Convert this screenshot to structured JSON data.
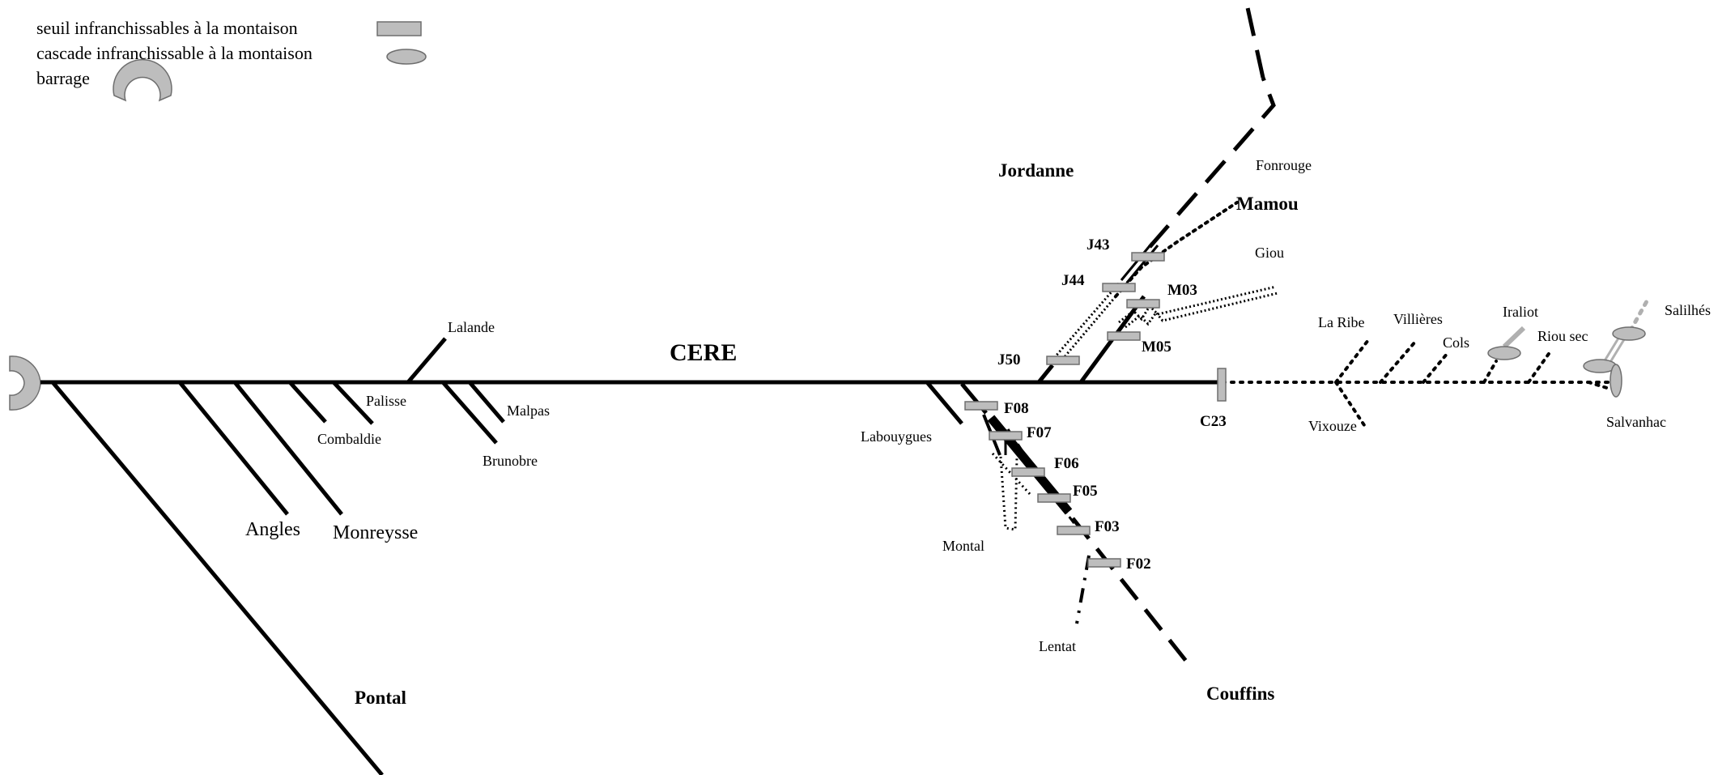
{
  "legend": {
    "sill": "seuil infranchissables à la montaison",
    "cascade": "cascade infranchissable à la montaison",
    "dam": "barrage"
  },
  "rivers": {
    "cere": "CERE",
    "jordanne": "Jordanne",
    "mamou": "Mamou",
    "couffins": "Couffins",
    "pontal": "Pontal",
    "angles": "Angles",
    "monreysse": "Monreysse",
    "combaldie": "Combaldie",
    "palisse": "Palisse",
    "lalande": "Lalande",
    "malpas": "Malpas",
    "brunobre": "Brunobre",
    "labouygues": "Labouygues",
    "montal": "Montal",
    "lentat": "Lentat",
    "fonrouge": "Fonrouge",
    "giou": "Giou",
    "la_ribe": "La Ribe",
    "villieres": "Villières",
    "cols": "Cols",
    "iraliot": "Iraliot",
    "riou_sec": "Riou sec",
    "salilhes": "Salilhés",
    "salvanhac": "Salvanhac",
    "vixouze": "Vixouze"
  },
  "obstacles": {
    "j43": "J43",
    "j44": "J44",
    "j50": "J50",
    "m03": "M03",
    "m05": "M05",
    "f08": "F08",
    "f07": "F07",
    "f06": "F06",
    "f05": "F05",
    "f03": "F03",
    "f02": "F02",
    "c23": "C23"
  },
  "colors": {
    "line": "#000000",
    "symbol_fill": "#bdbdbd",
    "symbol_stroke": "#6e6e6e",
    "faded_branch": "#b0b0b0"
  }
}
